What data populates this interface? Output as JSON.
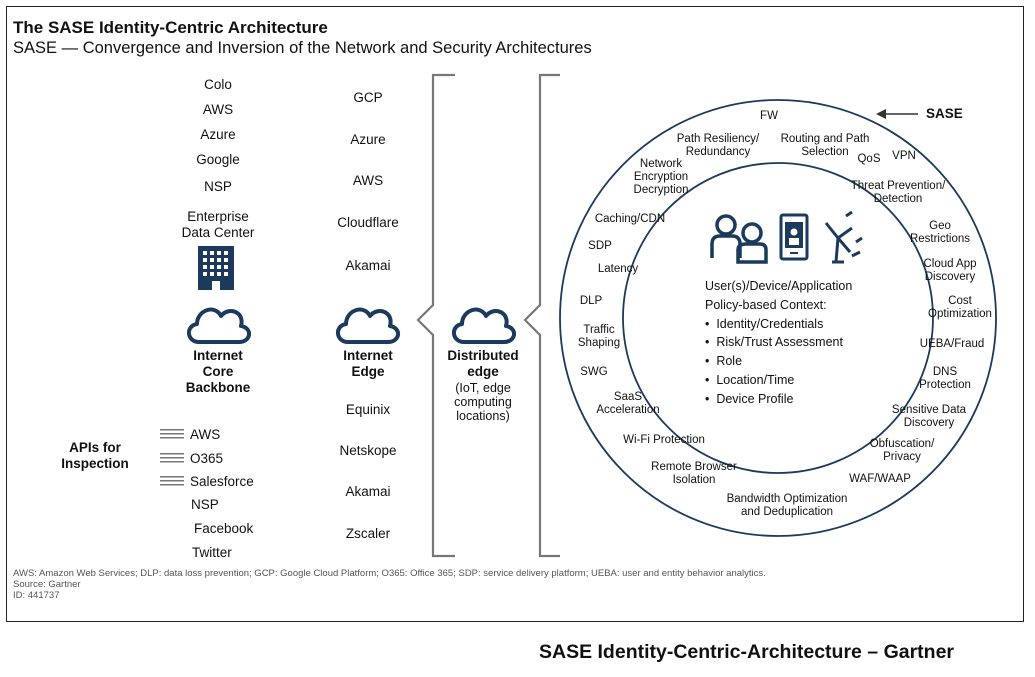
{
  "title": "The SASE Identity-Centric Architecture",
  "subtitle": "SASE — Convergence and Inversion of the Network and Security Architectures",
  "backbone": {
    "providers": [
      "Colo",
      "AWS",
      "Azure",
      "Google",
      "NSP"
    ],
    "datacenter": "Enterprise\nData Center",
    "label": "Internet\nCore\nBackbone"
  },
  "edge": {
    "top_providers": [
      "GCP",
      "Azure",
      "AWS",
      "Cloudflare",
      "Akamai"
    ],
    "label": "Internet\nEdge",
    "bottom_providers": [
      "Equinix",
      "Netskope",
      "Akamai",
      "Zscaler"
    ]
  },
  "distributed": {
    "label": "Distributed\nedge",
    "sublabel": "(IoT, edge\ncomputing\nlocations)"
  },
  "apis": {
    "label": "APIs for\nInspection",
    "items": [
      "AWS",
      "O365",
      "Salesforce",
      "NSP",
      "Facebook",
      "Twitter"
    ]
  },
  "sase": {
    "label": "SASE",
    "inner_heading": "User(s)/Device/Application\nPolicy-based Context:",
    "inner_items": [
      "Identity/Credentials",
      "Risk/Trust Assessment",
      "Role",
      "Location/Time",
      "Device Profile"
    ],
    "ring_items": [
      "FW",
      "Path Resiliency/\nRedundancy",
      "Routing and Path\nSelection",
      "QoS",
      "VPN",
      "Network\nEncryption\nDecryption",
      "Threat Prevention/\nDetection",
      "Caching/CDN",
      "Geo\nRestrictions",
      "SDP",
      "Cloud App\nDiscovery",
      "Latency",
      "DLP",
      "Cost\nOptimization",
      "Traffic\nShaping",
      "UEBA/Fraud",
      "SWG",
      "DNS\nProtection",
      "SaaS\nAcceleration",
      "Sensitive Data\nDiscovery",
      "Wi-Fi Protection",
      "Obfuscation/\nPrivacy",
      "Remote Browser\nIsolation",
      "WAF/WAAP",
      "Bandwidth Optimization\nand Deduplication"
    ]
  },
  "footnote": "AWS: Amazon Web Services; DLP: data loss prevention; GCP: Google Cloud Platform; O365: Office 365; SDP: service delivery platform; UEBA: user and entity behavior analytics.\nSource: Gartner\nID: 441737",
  "caption": "SASE Identity-Centric-Architecture – Gartner"
}
